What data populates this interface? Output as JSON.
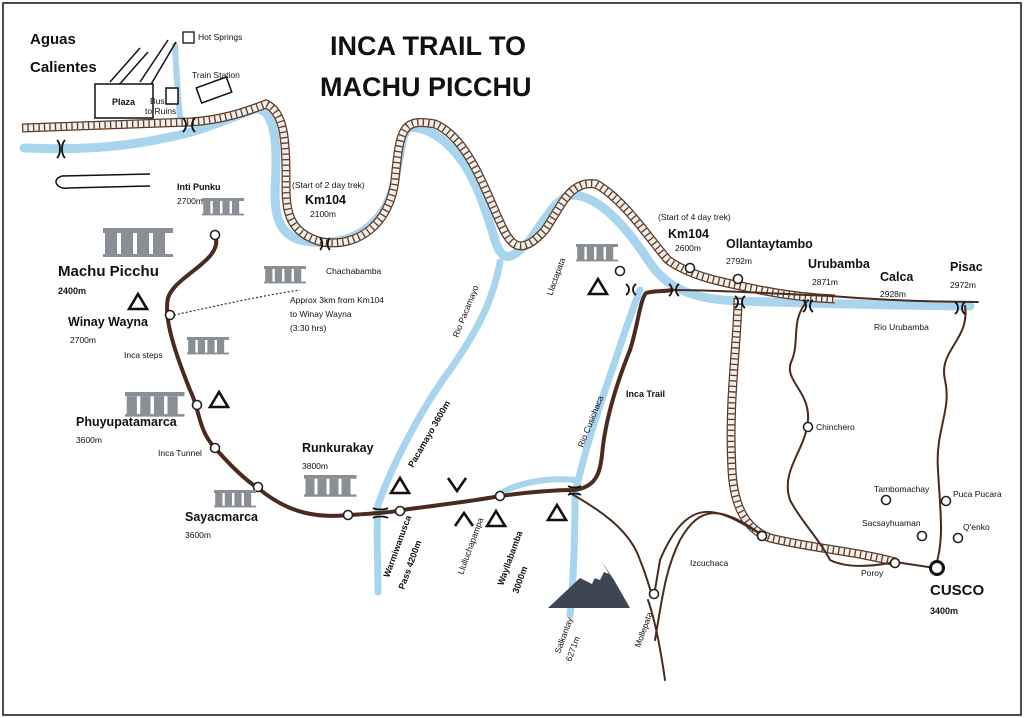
{
  "map": {
    "title_line1": "INCA TRAIL TO",
    "title_line2": "MACHU PICCHU",
    "labels": {
      "aguas1": "Aguas",
      "aguas2": "Calientes",
      "hot_springs": "Hot Springs",
      "train_station": "Train Station",
      "plaza": "Plaza",
      "bus1": "Bus",
      "bus2": "to Ruins",
      "inti_punku": "Inti Punku",
      "inti_alt": "2700m",
      "start2": "(Start of 2 day trek)",
      "km104a": "Km104",
      "km104a_alt": "2100m",
      "chachabamba": "Chachabamba",
      "approx1": "Approx 3km from Km104",
      "approx2": "to Winay Wayna",
      "approx3": "(3:30 hrs)",
      "machu": "Machu Picchu",
      "machu_alt": "2400m",
      "winay": "Winay Wayna",
      "winay_alt": "2700m",
      "inca_steps": "Inca steps",
      "phuyu": "Phuyupatamarca",
      "phuyu_alt": "3600m",
      "inca_tunnel": "Inca Tunnel",
      "sayac": "Sayacmarca",
      "sayac_alt": "3600m",
      "runku": "Runkurakay",
      "runku_alt": "3800m",
      "pacamayo_camp": "Pacamayo 3600m",
      "rio_pacamayo": "Rio Pacamayo",
      "warmi1": "Warmiwanusca",
      "warmi2": "Pass 4200m",
      "llulu": "Llulluchapampa",
      "wayl1": "Wayllabamba",
      "wayl2": "3000m",
      "salk1": "Salkantay",
      "salk2": "6271m",
      "mollepata": "Mollepata",
      "rio_cusichaca": "Rio Cusichaca",
      "inca_trail": "Inca Trail",
      "llactapata": "Llactapata",
      "start4": "(Start of 4 day trek)",
      "km104b": "Km104",
      "km104b_alt": "2600m",
      "ollan": "Ollantaytambo",
      "ollan_alt": "2792m",
      "uru": "Urubamba",
      "uru_alt": "2871m",
      "calca": "Calca",
      "calca_alt": "2928m",
      "pisac": "Pisac",
      "pisac_alt": "2972m",
      "rio_uru": "Rio Urubamba",
      "chinchero": "Chinchero",
      "izcuchaca": "Izcuchaca",
      "tambo": "Tambomachay",
      "puca": "Puca Pucara",
      "sacsay": "Sacsayhuaman",
      "qenko": "Q'enko",
      "poroy": "Poroy",
      "cusco": "CUSCO",
      "cusco_alt": "3400m"
    },
    "colors": {
      "river": "#a8d4ee",
      "trail": "#4a2b1e",
      "rail": "#5a3a2a",
      "ruins": "#8a8f96",
      "mountain": "#3d4652"
    },
    "icons": [
      "camp-triangle-icon",
      "ruins-icon",
      "mountain-icon",
      "bridge-icon",
      "stop-circle-icon"
    ]
  }
}
